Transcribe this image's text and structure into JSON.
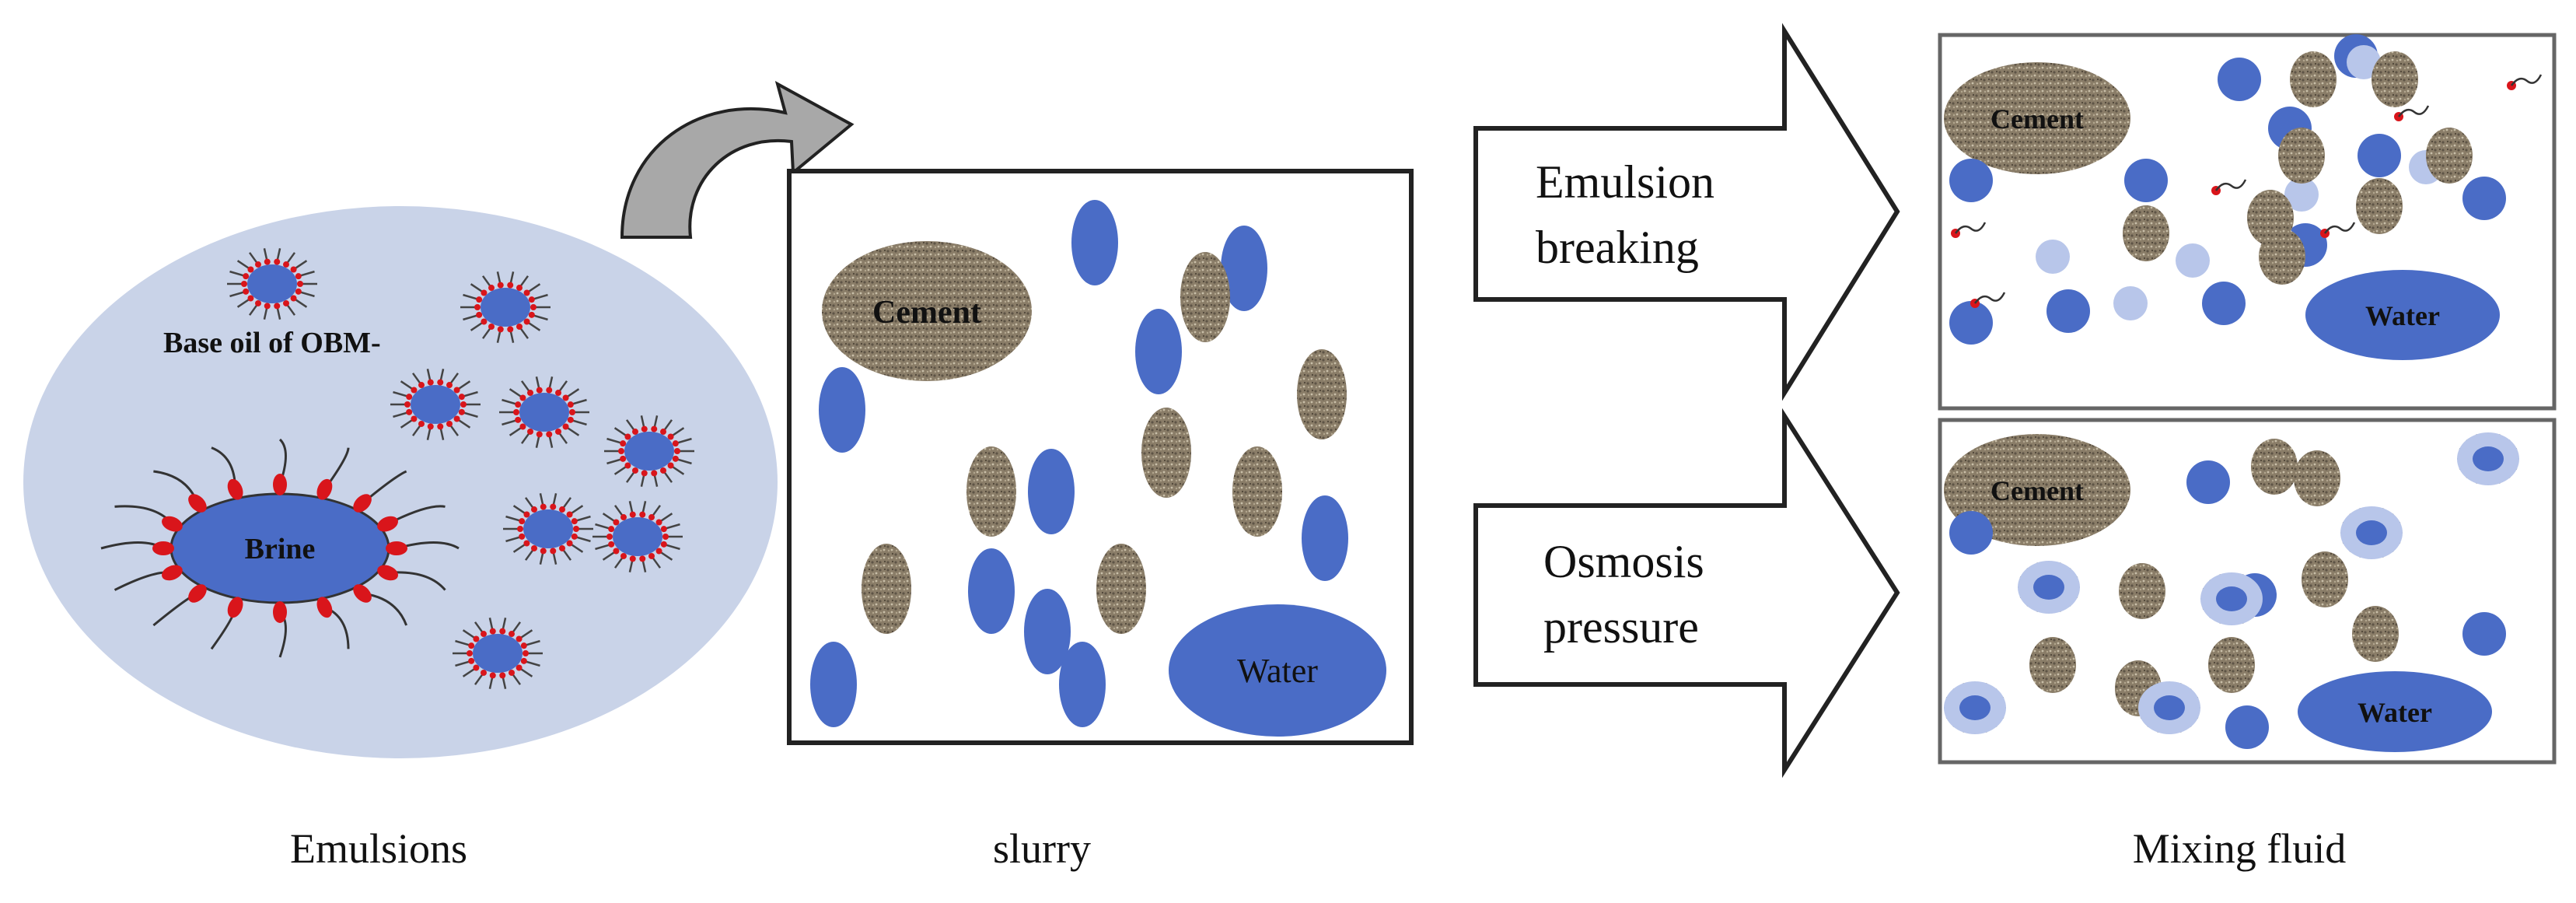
{
  "emulsion_panel": {
    "base_oil_label": "Base oil of OBM-",
    "brine_label": "Brine",
    "caption": "Emulsions"
  },
  "slurry_panel": {
    "cement_label": "Cement",
    "water_label": "Water",
    "caption": "slurry"
  },
  "process_arrows": {
    "top_label_line1": "Emulsion",
    "top_label_line2": "breaking",
    "bottom_label_line1": "Osmosis",
    "bottom_label_line2": "pressure"
  },
  "mixing_panel": {
    "top_cement_label": "Cement",
    "top_water_label": "Water",
    "bottom_cement_label": "Cement",
    "bottom_water_label": "Water",
    "caption": "Mixing fluid"
  },
  "colors": {
    "emulsion_bg": "#c9d3e8",
    "blue": "#4a6cc6",
    "light_blue": "#b8c6ea",
    "cement": "#8a7d68",
    "surfactant_head": "#d9151b",
    "outline": "#333333"
  }
}
